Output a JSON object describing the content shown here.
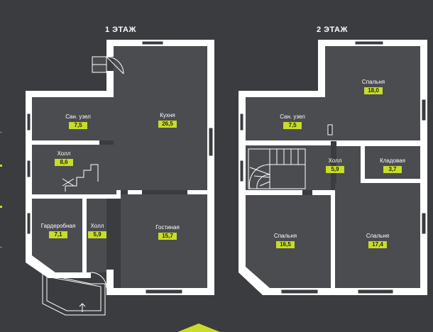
{
  "floors": [
    {
      "title": "1 ЭТАЖ"
    },
    {
      "title": "2 ЭТАЖ"
    }
  ],
  "rooms": {
    "f1_bath": {
      "name": "Сан. узел",
      "area": "7,5"
    },
    "f1_hall": {
      "name": "Холл",
      "area": "8,6"
    },
    "f1_ward": {
      "name": "Гардеробная",
      "area": "7,1"
    },
    "f1_hall2": {
      "name": "Холл",
      "area": "5,9"
    },
    "f1_kitchen": {
      "name": "Кухня",
      "area": "26,5"
    },
    "f1_living": {
      "name": "Гостиная",
      "area": "15,7"
    },
    "f2_bed1": {
      "name": "Спальня",
      "area": "18,0"
    },
    "f2_bath": {
      "name": "Сан. узел",
      "area": "7,5"
    },
    "f2_hall": {
      "name": "Холл",
      "area": "5,9"
    },
    "f2_store": {
      "name": "Кладовая",
      "area": "3,7"
    },
    "f2_bed2": {
      "name": "Спальня",
      "area": "16,5"
    },
    "f2_bed3": {
      "name": "Спальня",
      "area": "17,4"
    }
  },
  "colors": {
    "background": "#3a3c3f",
    "wall": "#ffffff",
    "room_fill": "#4a4c50",
    "area_badge": "#c8dc28"
  }
}
